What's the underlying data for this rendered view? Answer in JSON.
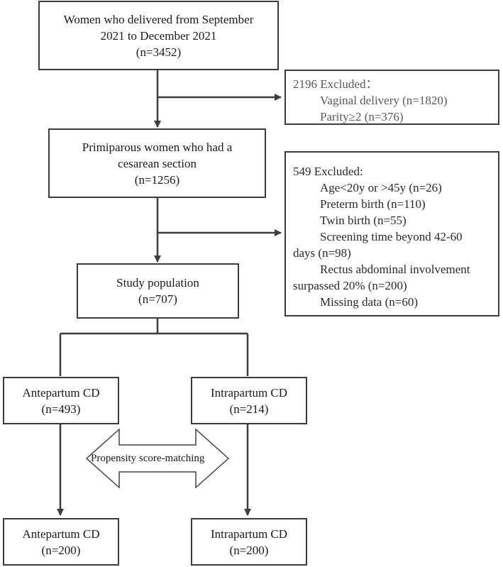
{
  "boxes": {
    "delivered": [
      "Women who delivered from September",
      "2021 to December 2021",
      "(n=3452)"
    ],
    "primiparous": [
      "Primiparous women who had a",
      "cesarean section",
      "(n=1256)"
    ],
    "study": [
      "Study population",
      "(n=707)"
    ],
    "antepartum": [
      "Antepartum CD",
      "(n=493)"
    ],
    "intrapartum": [
      "Intrapartum CD",
      "(n=214)"
    ],
    "antepartum_final": [
      "Antepartum CD",
      "(n=200)"
    ],
    "intrapartum_final": [
      "Intrapartum CD",
      "(n=200)"
    ]
  },
  "exclusion1": {
    "title": "2196 Excluded：",
    "items": [
      "Vaginal delivery (n=1820)",
      "Parity≥2 (n=376)"
    ]
  },
  "exclusion2": {
    "title": "549 Excluded:",
    "items": [
      "Age<20y or >45y (n=26)",
      "Preterm birth (n=110)",
      "Twin birth (n=55)"
    ],
    "item4": [
      "Screening time beyond 42-60",
      "days (n=98)"
    ],
    "item5": [
      "Rectus abdominal involvement",
      "surpassed 20% (n=200)"
    ],
    "item6": "Missing  data (n=60)"
  },
  "matching_label": "Propensity score-matching",
  "colors": {
    "line": "#3c3c3c",
    "arrow_outline": "#444444"
  }
}
